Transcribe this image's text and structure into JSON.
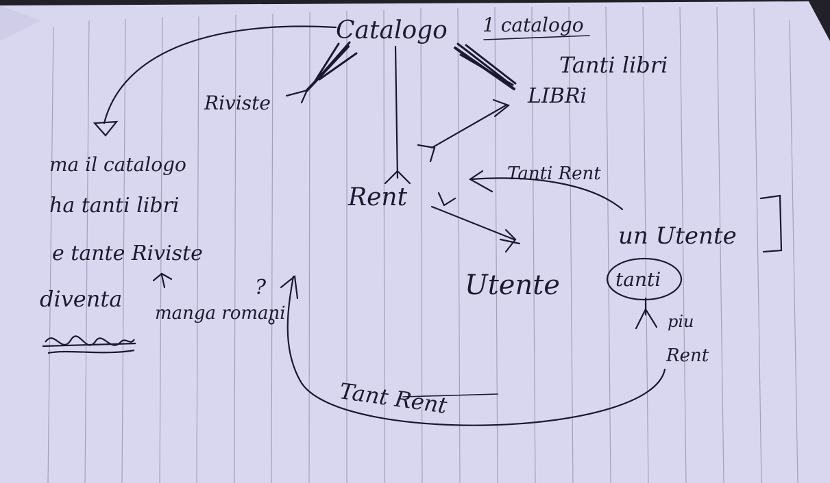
{
  "diagram": {
    "nodes": {
      "catalogo": "Catalogo",
      "riviste": "Riviste",
      "libri": "LIBRi",
      "rent": "Rent",
      "utente": "Utente",
      "un_utente": "un Utente",
      "tanti": "tanti"
    },
    "annotations": {
      "un_catalogo": "1 catalogo",
      "tanti_libri": "Tanti libri",
      "tanti_rent": "Tanti Rent",
      "piu_rent_1": "piu",
      "piu_rent_2": "Rent",
      "tant_rent": "Tant Rent"
    },
    "notes": {
      "line1": "ma il catalogo",
      "line2": "ha tanti libri",
      "line3": "e tante Riviste",
      "line4": "diventa",
      "manga": "manga romani",
      "question": "?"
    }
  }
}
